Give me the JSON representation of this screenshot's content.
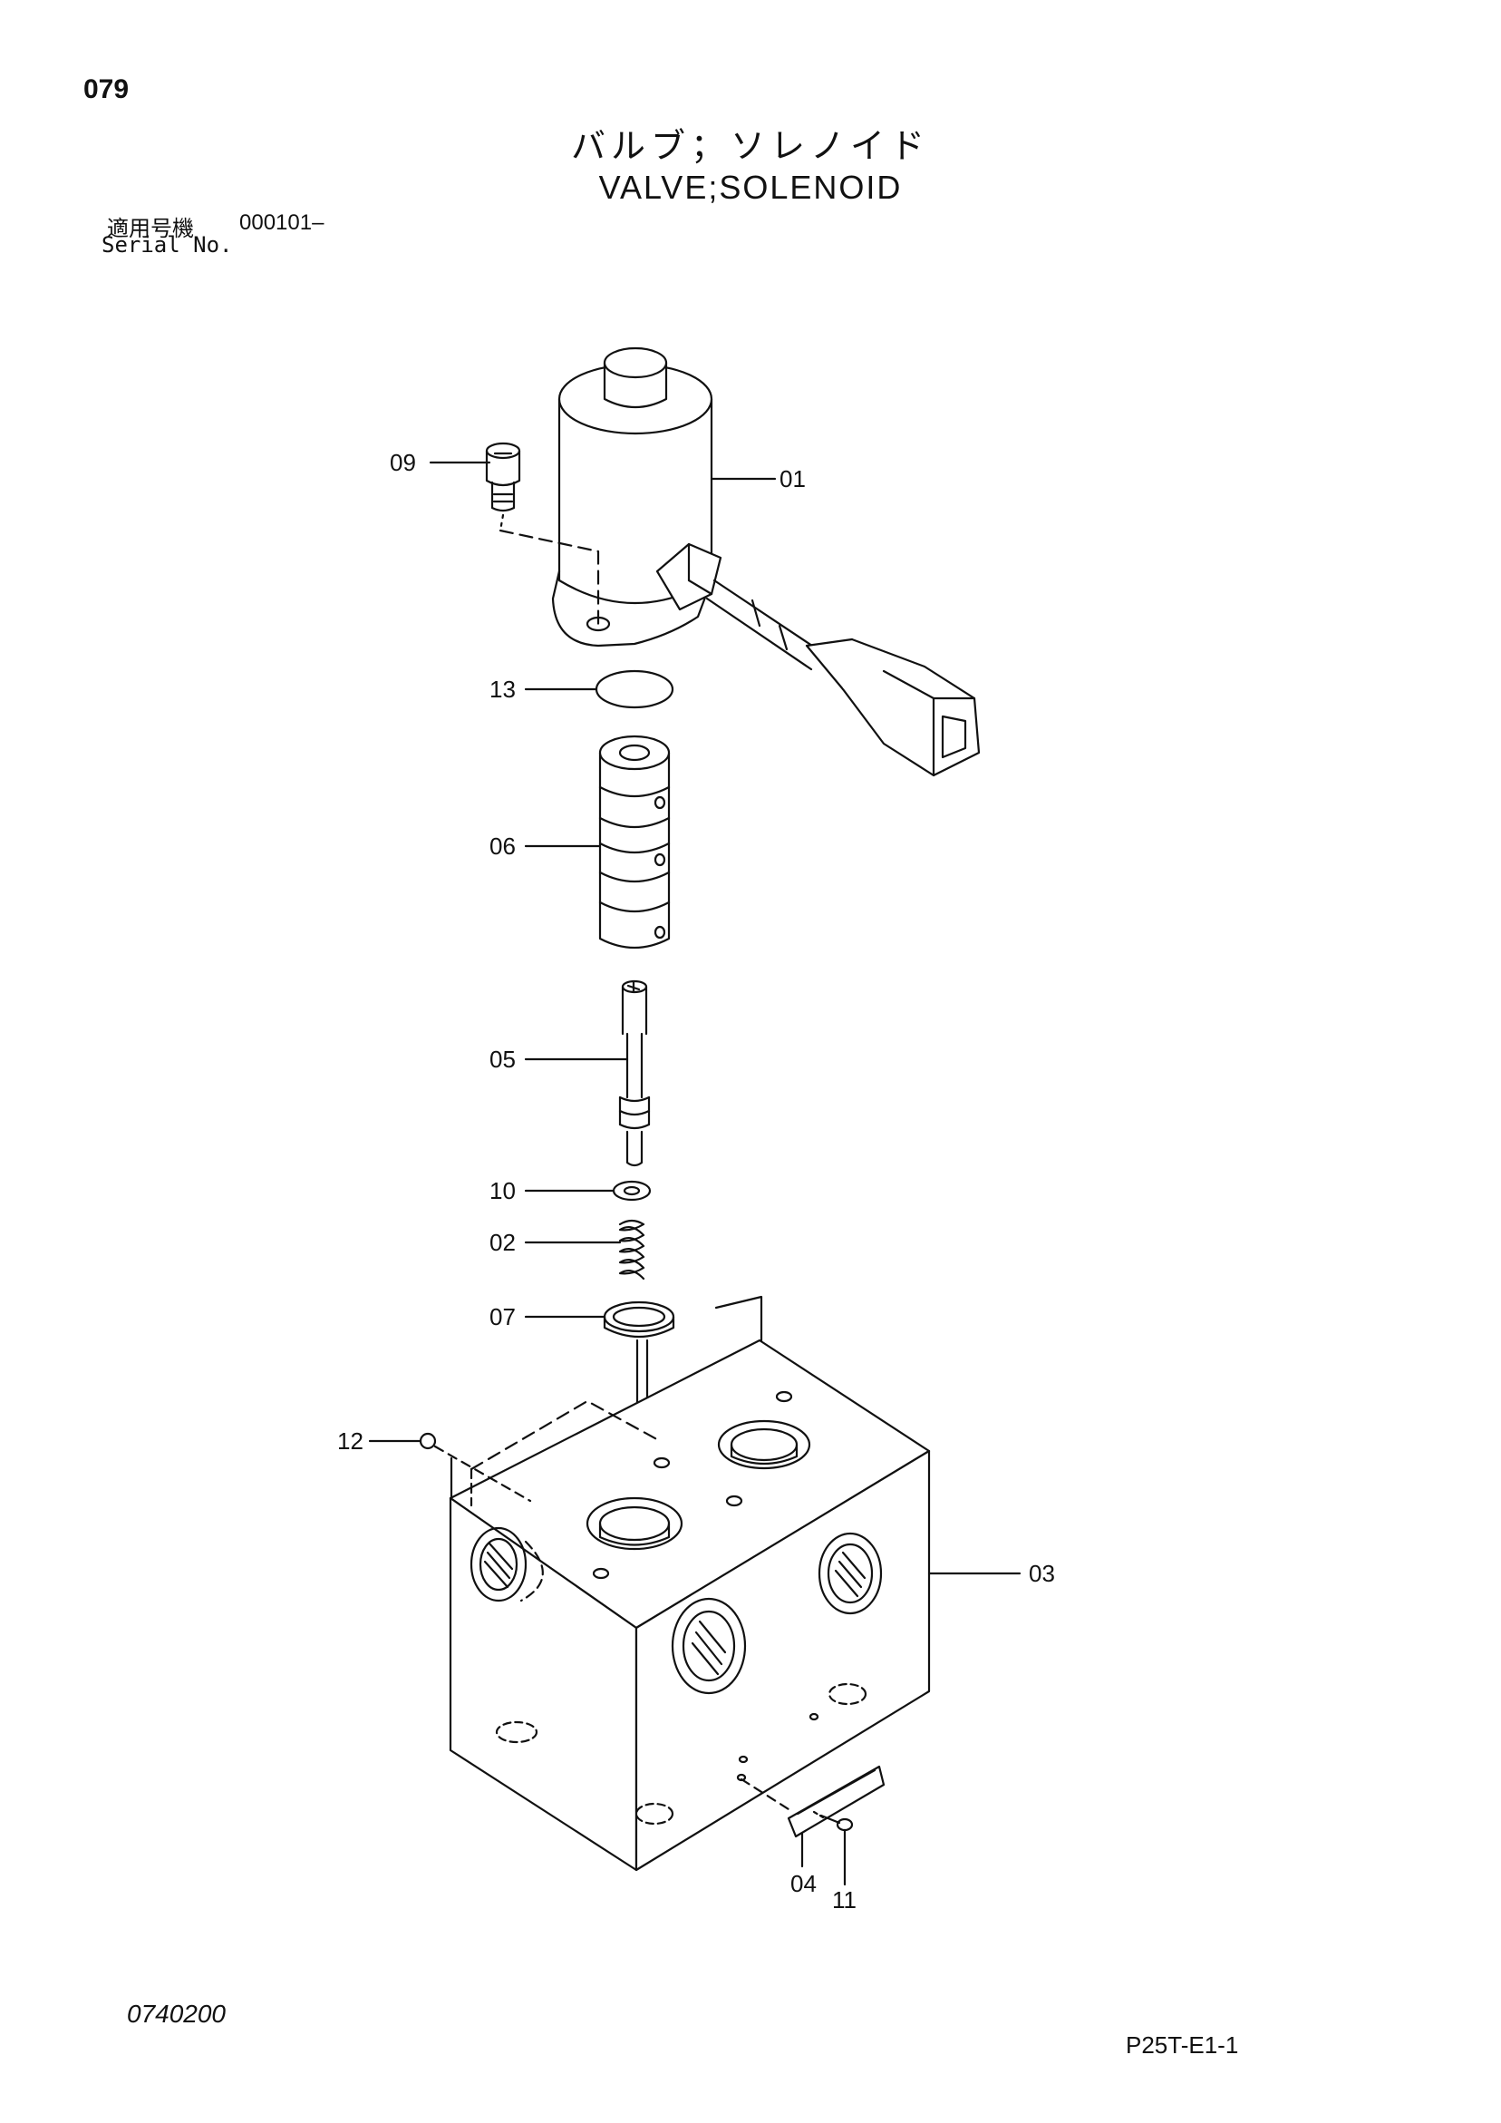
{
  "header": {
    "page_number": "079",
    "title_jp": "バルブ；ソレノイド",
    "title_en": "VALVE;SOLENOID",
    "serial_label_jp": "適用号機",
    "serial_range": "000101–",
    "serial_label_en": "Serial No."
  },
  "callouts": {
    "c01": "01",
    "c02": "02",
    "c03": "03",
    "c04": "04",
    "c05": "05",
    "c06": "06",
    "c07": "07",
    "c09": "09",
    "c10": "10",
    "c11": "11",
    "c12": "12",
    "c13": "13"
  },
  "footer": {
    "drawing_code": "0740200",
    "page_code": "P25T-E1-1"
  }
}
